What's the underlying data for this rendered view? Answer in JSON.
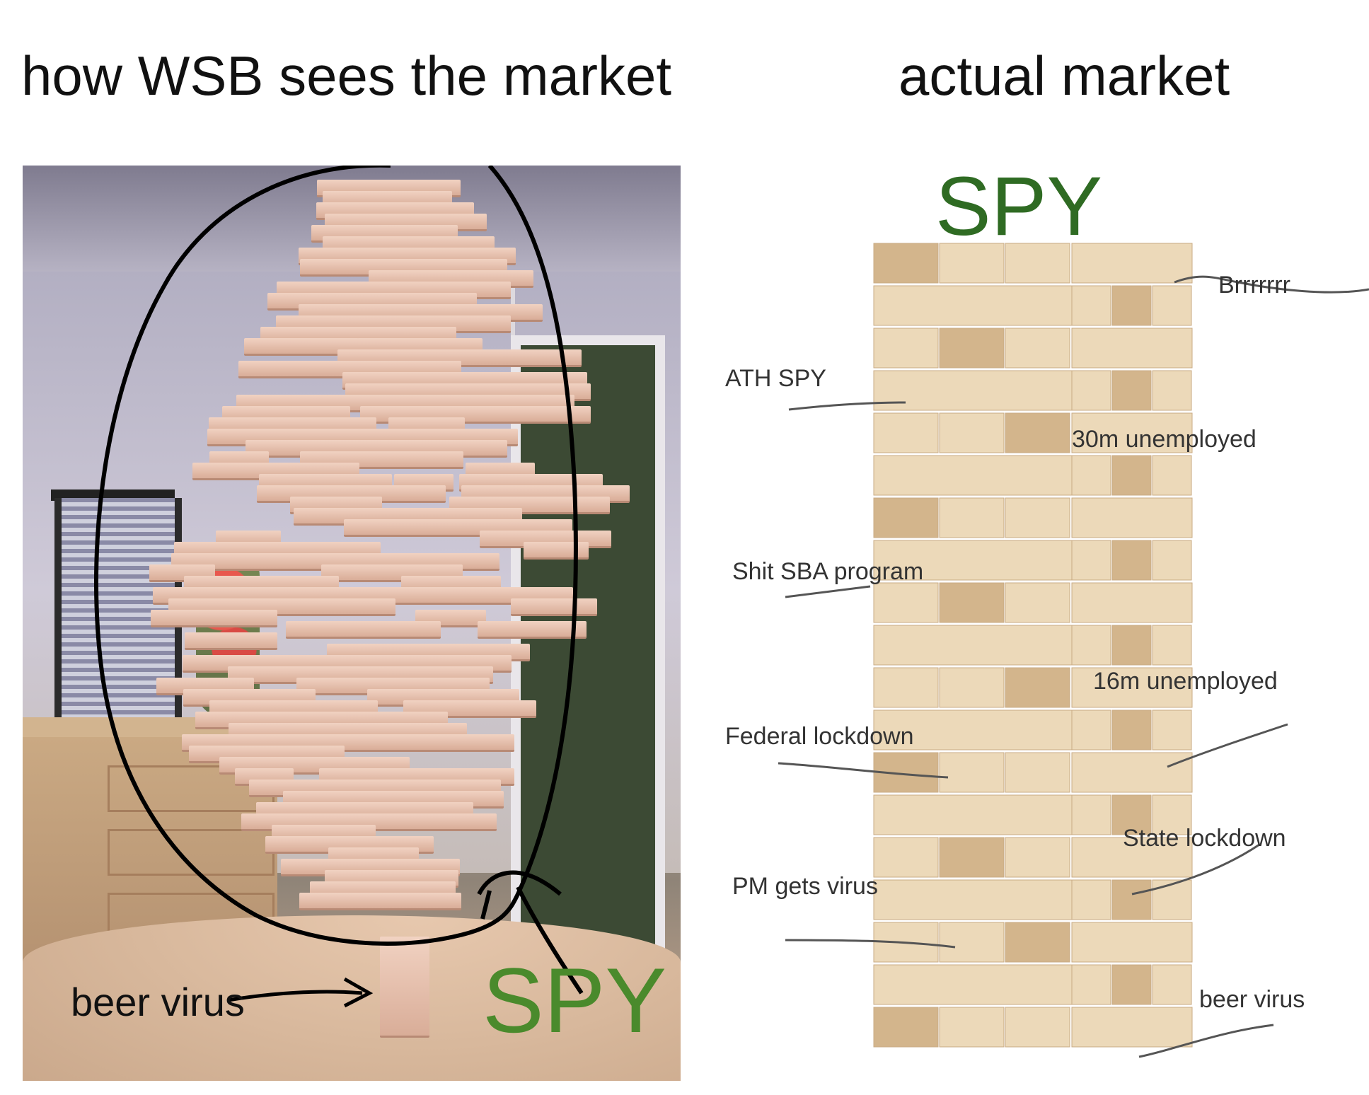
{
  "captions": {
    "left": "how WSB sees the market",
    "right": "actual market"
  },
  "left_panel": {
    "spy_label": "SPY",
    "annotation": "beer virus"
  },
  "right_panel": {
    "spy_label": "SPY",
    "labels": {
      "brrr": "Brrrrrrr",
      "ath_spy": "ATH SPY",
      "unemployed_30m": "30m unemployed",
      "sba": "Shit SBA program",
      "unemployed_16m": "16m unemployed",
      "federal_lockdown": "Federal lockdown",
      "state_lockdown": "State lockdown",
      "pm_virus": "PM gets virus",
      "beer_virus": "beer virus"
    }
  },
  "colors": {
    "spy_green_left": "#4a8a2c",
    "spy_green_right": "#2f6b23",
    "wood_light": "#ecd9b9",
    "wood_dark": "#d3b58c"
  }
}
